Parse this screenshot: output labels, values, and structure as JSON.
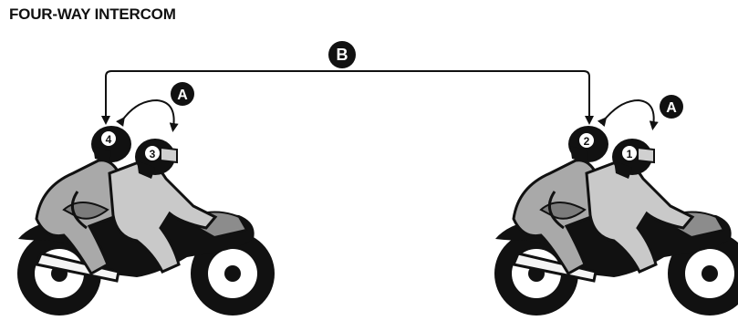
{
  "title": "FOUR-WAY INTERCOM",
  "links": {
    "a_left": "A",
    "a_right": "A",
    "b": "B"
  },
  "riders": {
    "r1": "1",
    "r2": "2",
    "r3": "3",
    "r4": "4"
  },
  "colors": {
    "ink": "#111111",
    "rider_gray": "#a9a9a9",
    "rider_light": "#c9c9c9",
    "bike_gray": "#8c8c8c",
    "background": "#ffffff"
  }
}
